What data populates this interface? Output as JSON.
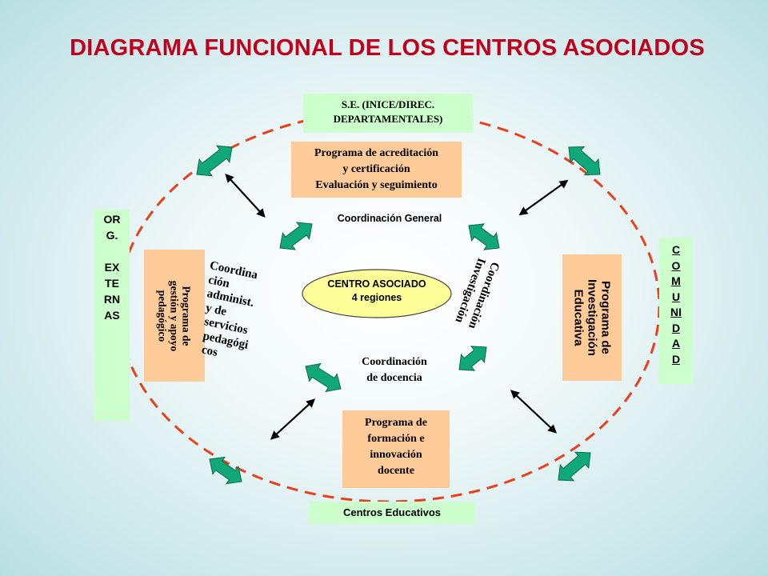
{
  "title": "DIAGRAMA FUNCIONAL DE LOS CENTROS ASOCIADOS",
  "boxes": {
    "se_top_line1": "S.E. (INICE/DIREC.",
    "se_top_line2": "DEPARTAMENTALES)",
    "centros_educativos": "Centros Educativos",
    "org_ext": [
      "OR",
      "G.",
      "",
      "EX",
      "TE",
      "RN",
      "AS"
    ],
    "comunidad": [
      "C",
      "O",
      "M",
      "U",
      "NI",
      "D",
      "A",
      "D"
    ]
  },
  "programs": {
    "acreditacion": [
      "Programa de acreditación",
      "y certificación",
      "Evaluación y seguimiento"
    ],
    "gestion": [
      "Programa de",
      "gestión y apoyo",
      "pedagógico"
    ],
    "investigacion": [
      "Programa de",
      "Investigación",
      "Educativa"
    ],
    "formacion": [
      "Programa de",
      "formación e",
      "innovación",
      "docente"
    ]
  },
  "center": {
    "line1": "CENTRO ASOCIADO",
    "line2": "4 regiones"
  },
  "coordinations": {
    "general": "Coordinación General",
    "docencia": [
      "Coordinación",
      "de docencia"
    ],
    "administrativa": [
      "Coordina",
      "ción",
      "administ.",
      "y de",
      "servicios",
      "pedagógi",
      "cos"
    ],
    "investigacion": [
      "Coordinación",
      "Investigación"
    ]
  },
  "colors": {
    "title": "#c0001a",
    "dashed_ellipse": "#e8401c",
    "green_box": "#ccffcc",
    "peach_box": "#ffcc99",
    "center_ellipse": "#ffff99",
    "arrow_green": "#10a878"
  }
}
